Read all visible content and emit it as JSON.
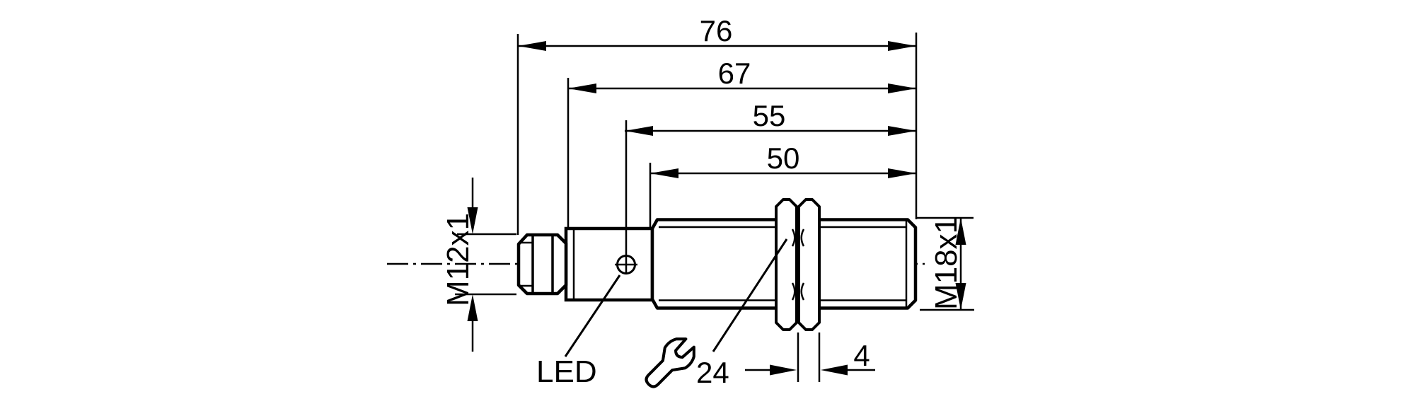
{
  "drawing": {
    "type": "technical-dimension-drawing",
    "subject": "cylindrical-sensor-side-view",
    "colors": {
      "line": "#000000",
      "background": "#ffffff"
    },
    "dimensions": {
      "overall_length": "76",
      "housing_length": "67",
      "led_position": "55",
      "thread_length": "50",
      "nut_thickness": "4",
      "wrench_size": "24",
      "connector_thread": "M12x1",
      "barrel_thread": "M18x1"
    },
    "labels": {
      "led": "LED"
    },
    "icons": [
      {
        "name": "wrench-icon",
        "meaning": "spanner size"
      }
    ]
  }
}
